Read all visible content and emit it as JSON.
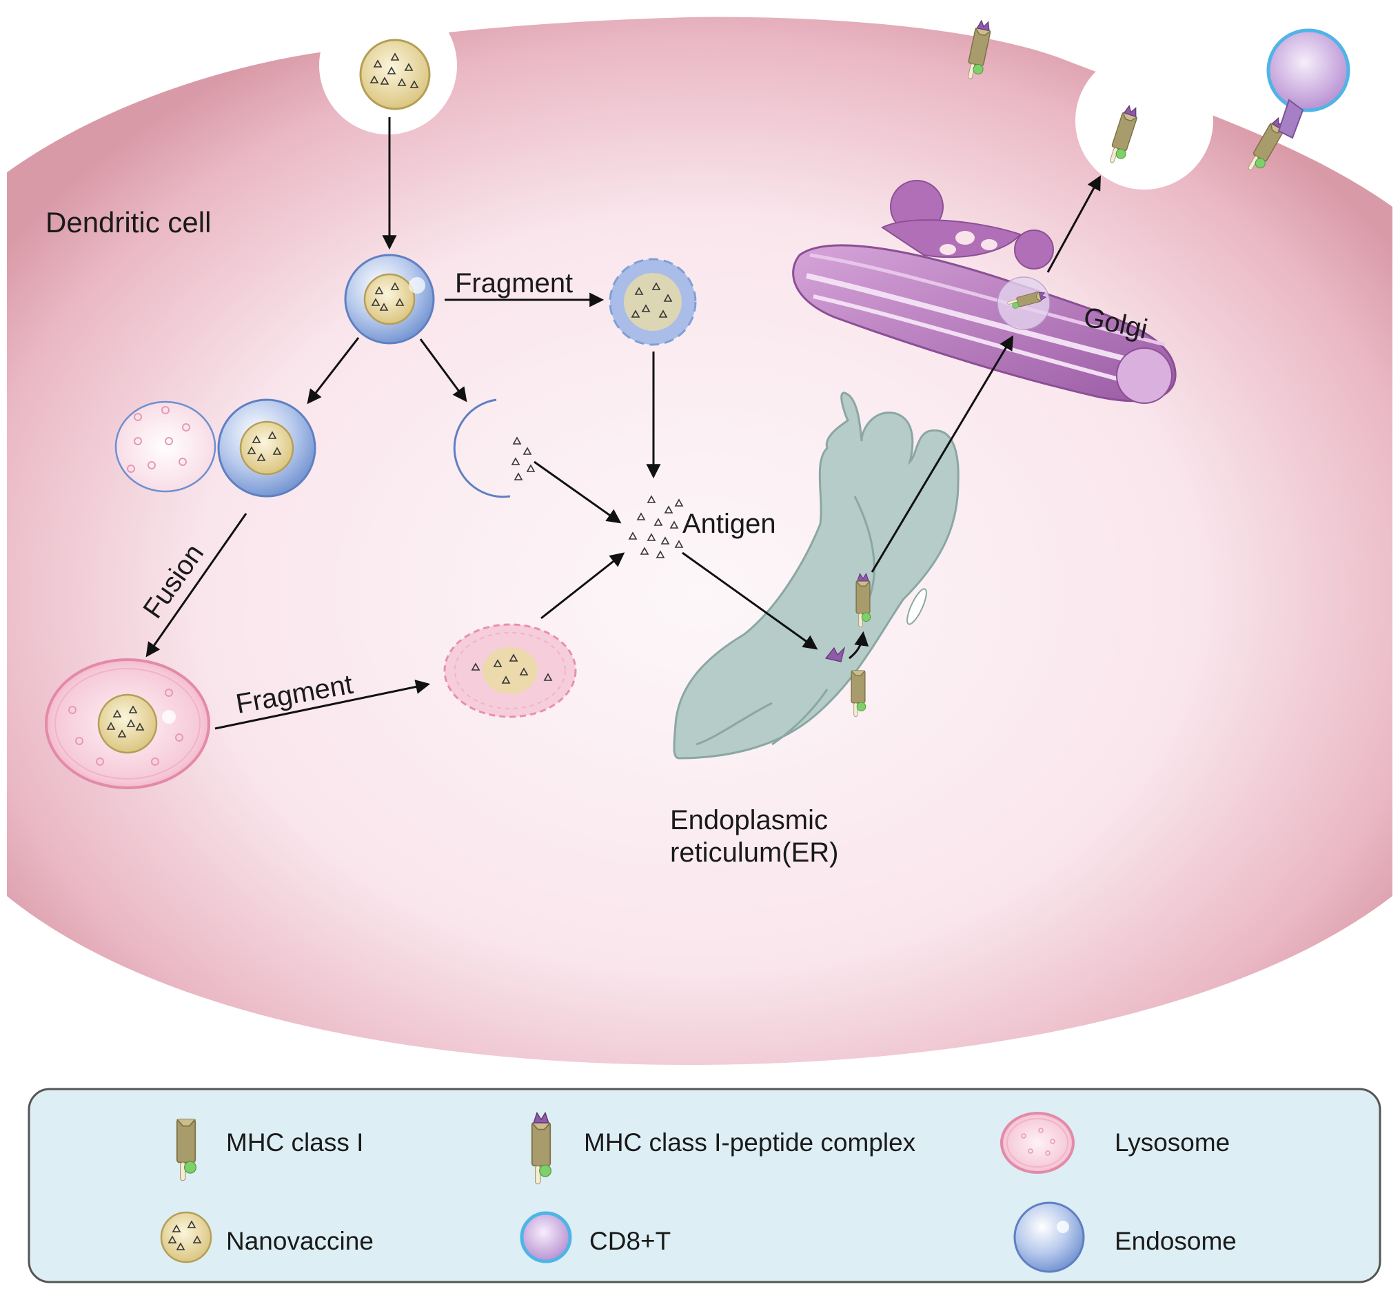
{
  "cell_label": "Dendritic cell",
  "steps": {
    "fragment_top": "Fragment",
    "fragment_bottom": "Fragment",
    "fusion": "Fusion"
  },
  "organelles": {
    "antigen": "Antigen",
    "golgi": "Golgi",
    "er_line1": "Endoplasmic",
    "er_line2": "reticulum(ER)"
  },
  "legend": {
    "items": [
      {
        "label": "MHC class I",
        "icon": "mhc-class-i-icon"
      },
      {
        "label": "MHC class I-peptide complex",
        "icon": "mhc-peptide-complex-icon"
      },
      {
        "label": "Lysosome",
        "icon": "lysosome-icon"
      },
      {
        "label": "Nanovaccine",
        "icon": "nanovaccine-icon"
      },
      {
        "label": "CD8+T",
        "icon": "cd8-t-cell-icon"
      },
      {
        "label": "Endosome",
        "icon": "endosome-icon"
      }
    ]
  },
  "colors": {
    "cell_membrane": "#d99aa7",
    "cell_interior": "#f8e4ea",
    "endosome": "#7f9fd6",
    "lysosome": "#ef9ab5",
    "nanovaccine": "#e8d79a",
    "er": "#b3ccc8",
    "golgi": "#b072b6",
    "legend_bg": "#ddeef4",
    "cd8_t": "#c9a6dc"
  }
}
